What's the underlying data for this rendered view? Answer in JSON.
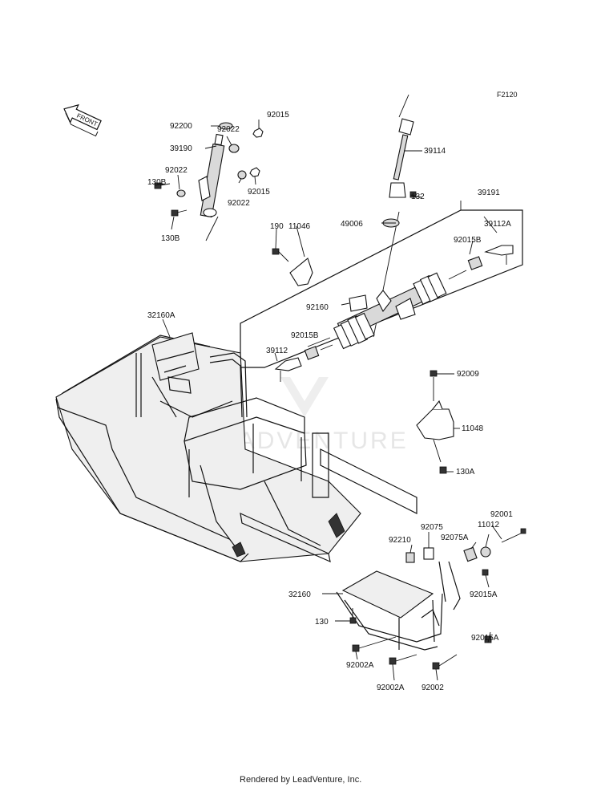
{
  "diagram_code": "F2120",
  "front_arrow_text": "FRONT",
  "watermark": "LEADVENTURE",
  "footer": "Rendered by LeadVenture, Inc.",
  "labels": {
    "p92015_top": "92015",
    "p92200": "92200",
    "p92022_top": "92022",
    "p39190": "39190",
    "p92022_left": "92022",
    "p130B_top": "130B",
    "p92015_mid": "92015",
    "p92022_mid": "92022",
    "p130B_bot": "130B",
    "p39114": "39114",
    "p132": "132",
    "p39191": "39191",
    "p49006": "49006",
    "p39112A": "39112A",
    "p190": "190",
    "p11046": "11046",
    "p92015B_right": "92015B",
    "p92160": "92160",
    "p92015B_left": "92015B",
    "p39112": "39112",
    "p32160A": "32160A",
    "p92009": "92009",
    "p11048": "11048",
    "p130A": "130A",
    "p92001": "92001",
    "p11012": "11012",
    "p92075": "92075",
    "p92210": "92210",
    "p92075A": "92075A",
    "p32160": "32160",
    "p92015A_top": "92015A",
    "p130": "130",
    "p92015A_bot": "92015A",
    "p92002A_left": "92002A",
    "p92002A_mid": "92002A",
    "p92002": "92002"
  }
}
